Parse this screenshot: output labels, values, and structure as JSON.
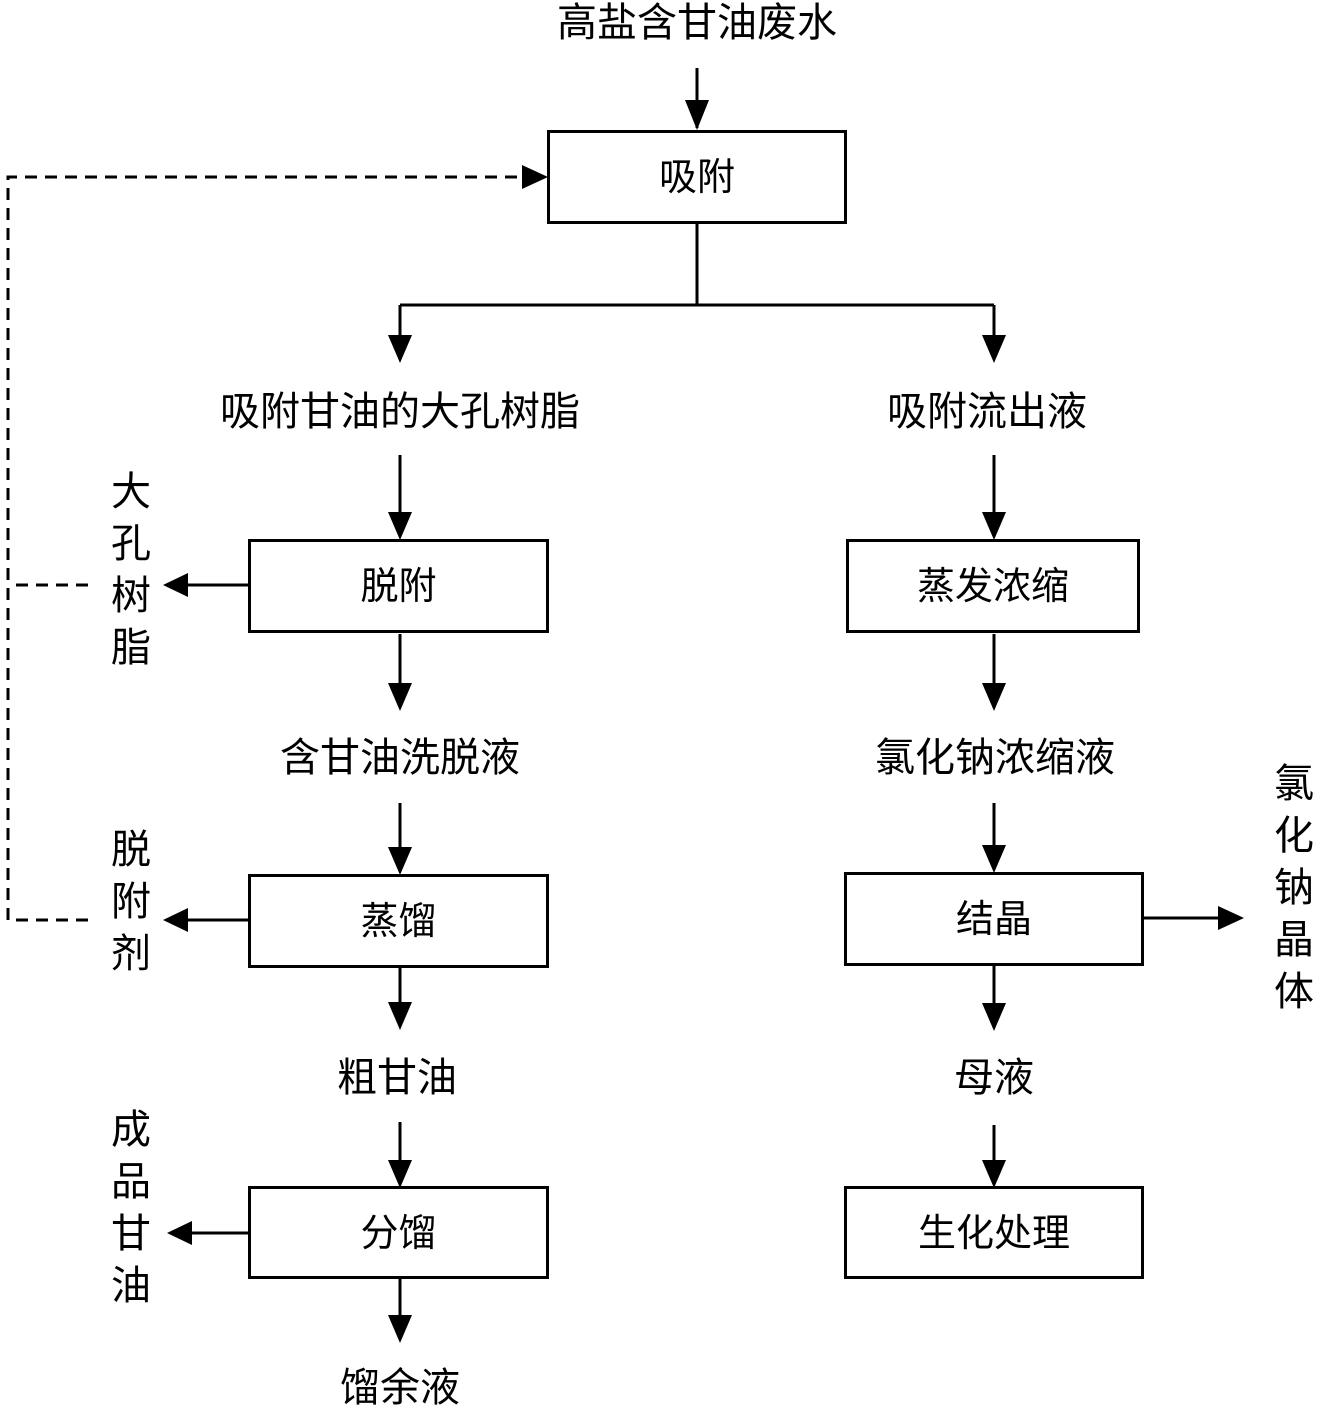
{
  "nodes": {
    "input": "高盐含甘油废水",
    "adsorption": "吸附",
    "resin_loaded": "吸附甘油的大孔树脂",
    "effluent": "吸附流出液",
    "desorption": "脱附",
    "evaporation": "蒸发浓缩",
    "eluate": "含甘油洗脱液",
    "nacl_concentrate": "氯化钠浓缩液",
    "distillation": "蒸馏",
    "crystallization": "结晶",
    "crude_glycerol": "粗甘油",
    "mother_liquor": "母液",
    "fractionation": "分馏",
    "biochemical": "生化处理",
    "residue": "馏余液"
  },
  "side_outputs": {
    "resin": "大孔树脂",
    "desorbent": "脱附剂",
    "product_glycerol": "成品甘油",
    "nacl_crystal": "氯化钠晶体"
  }
}
